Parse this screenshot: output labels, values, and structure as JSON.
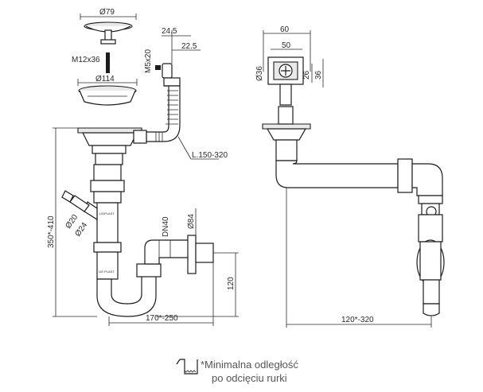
{
  "labels": {
    "d79": "Ø79",
    "m12x36": "M12x36",
    "d114": "Ø114",
    "m5x20": "M5x20",
    "d24_5": "24.5",
    "d22_5": "22.5",
    "l150": "L.150-320",
    "h350": "350*-410",
    "d20": "Ø20",
    "d24": "Ø24",
    "dn40": "DN40",
    "d84": "Ø84",
    "h120": "120",
    "w170": "170*-250",
    "d60": "60",
    "d50": "50",
    "d36a": "Ø36",
    "d26": "26",
    "d36b": "36",
    "w120": "120*-320",
    "brand1": "LIEPLAST",
    "brand2": "LIE PLAST"
  },
  "note": {
    "line1": "*Minimalna odległość",
    "line2": "po odcięciu rurki"
  }
}
